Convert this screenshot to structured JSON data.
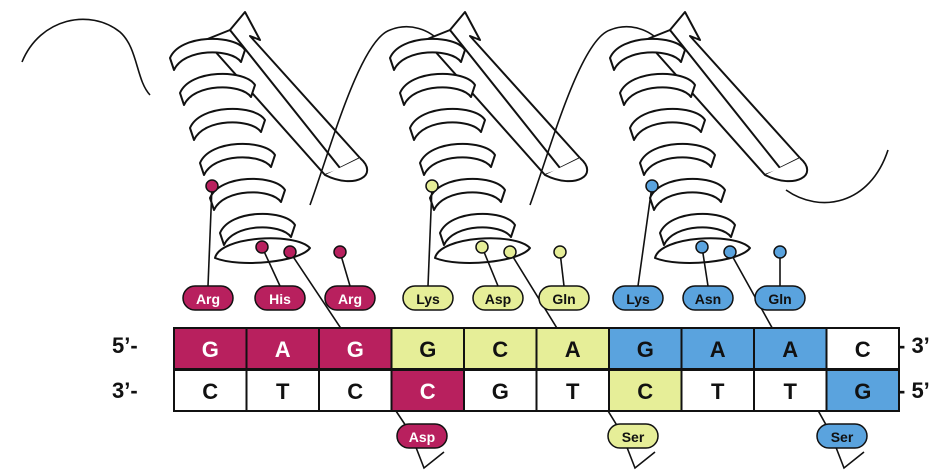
{
  "colors": {
    "magenta": "#b8205e",
    "yellow": "#e6ee98",
    "blue": "#5aa3de",
    "white": "#ffffff",
    "outline": "#111111"
  },
  "top_strand": {
    "left_label": "5’-",
    "right_label": "- 3’",
    "bases": [
      {
        "letter": "G",
        "color": "magenta"
      },
      {
        "letter": "A",
        "color": "magenta"
      },
      {
        "letter": "G",
        "color": "magenta"
      },
      {
        "letter": "G",
        "color": "yellow"
      },
      {
        "letter": "C",
        "color": "yellow"
      },
      {
        "letter": "A",
        "color": "yellow"
      },
      {
        "letter": "G",
        "color": "blue"
      },
      {
        "letter": "A",
        "color": "blue"
      },
      {
        "letter": "A",
        "color": "blue"
      },
      {
        "letter": "C",
        "color": "white"
      }
    ]
  },
  "bottom_strand": {
    "left_label": "3’-",
    "right_label": "- 5’",
    "bases": [
      {
        "letter": "C",
        "color": "white"
      },
      {
        "letter": "T",
        "color": "white"
      },
      {
        "letter": "C",
        "color": "white"
      },
      {
        "letter": "C",
        "color": "magenta"
      },
      {
        "letter": "G",
        "color": "white"
      },
      {
        "letter": "T",
        "color": "white"
      },
      {
        "letter": "C",
        "color": "yellow"
      },
      {
        "letter": "T",
        "color": "white"
      },
      {
        "letter": "T",
        "color": "white"
      },
      {
        "letter": "G",
        "color": "blue"
      }
    ]
  },
  "top_residues": [
    {
      "label": "Arg",
      "color": "magenta"
    },
    {
      "label": "His",
      "color": "magenta"
    },
    {
      "label": "Arg",
      "color": "magenta"
    },
    {
      "label": "Lys",
      "color": "yellow"
    },
    {
      "label": "Asp",
      "color": "yellow"
    },
    {
      "label": "Gln",
      "color": "yellow"
    },
    {
      "label": "Lys",
      "color": "blue"
    },
    {
      "label": "Asn",
      "color": "blue"
    },
    {
      "label": "Gln",
      "color": "blue"
    }
  ],
  "bottom_residues": [
    {
      "label": "Asp",
      "color": "magenta"
    },
    {
      "label": "Ser",
      "color": "yellow"
    },
    {
      "label": "Ser",
      "color": "blue"
    }
  ],
  "finger_count": 3
}
